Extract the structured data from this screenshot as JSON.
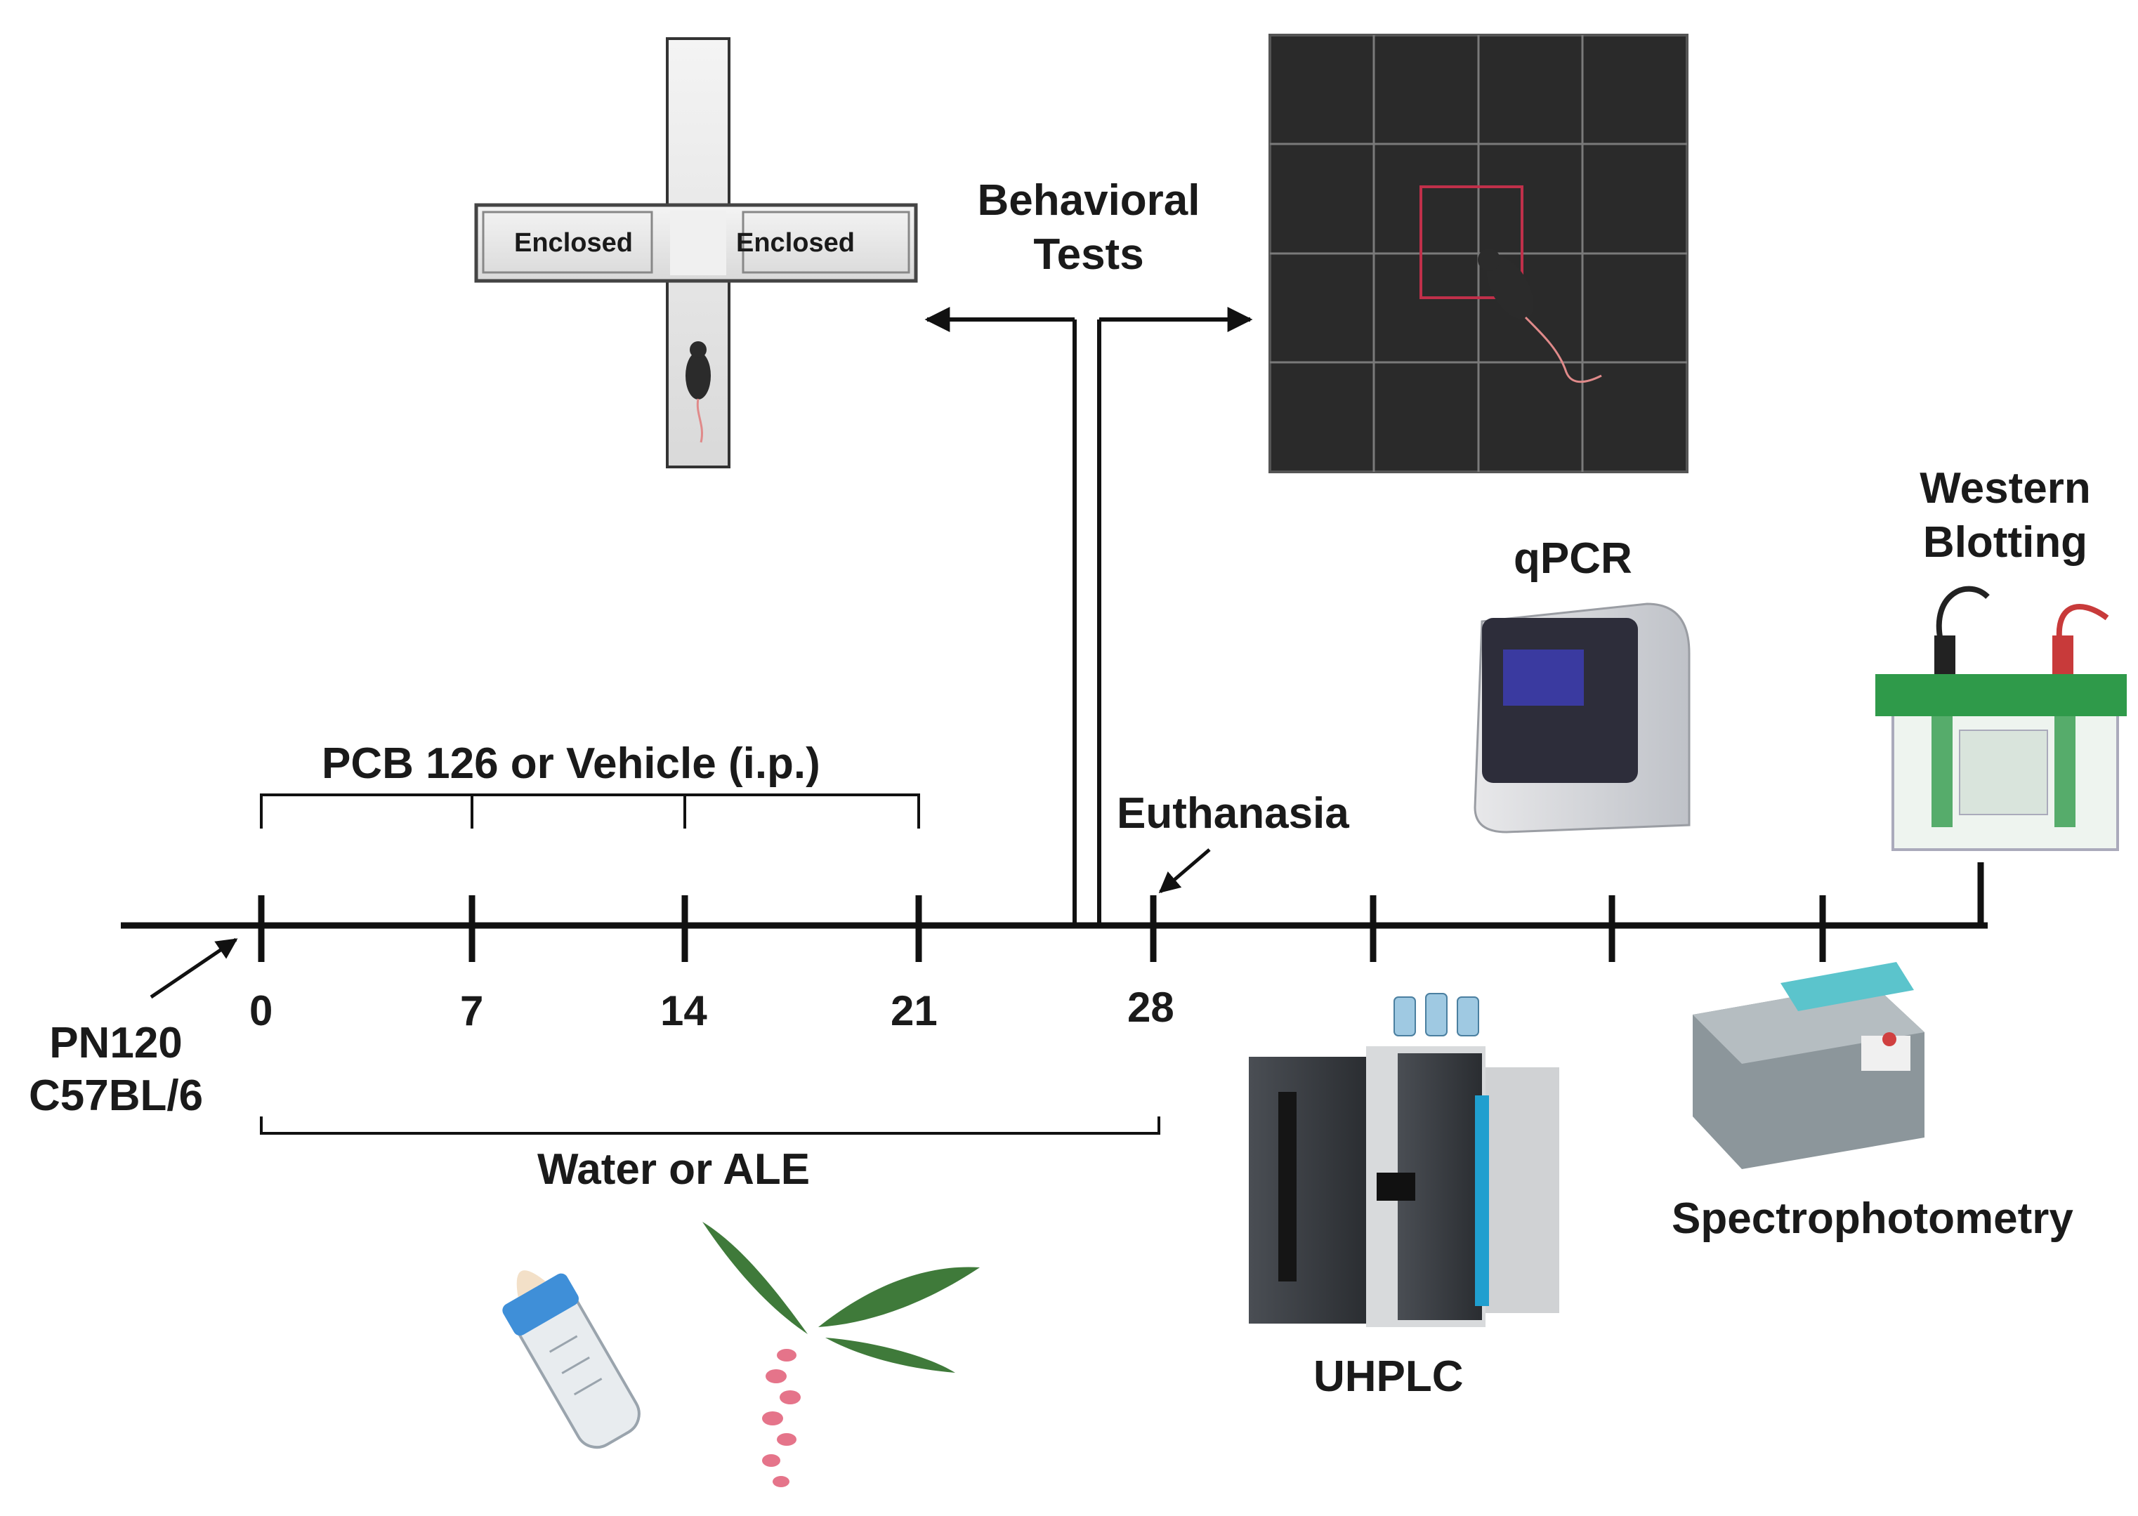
{
  "timeline": {
    "ticks": [
      "0",
      "7",
      "14",
      "21",
      "28"
    ],
    "start_label_line1": "PN120",
    "start_label_line2": "C57BL/6"
  },
  "treatments": {
    "pcb": "PCB 126 or Vehicle (i.p.)",
    "water": "Water or ALE",
    "euthanasia": "Euthanasia"
  },
  "behavior": {
    "title_line1": "Behavioral",
    "title_line2": "Tests",
    "maze_arm_left": "Enclosed",
    "maze_arm_right": "Enclosed"
  },
  "analyses": {
    "qpcr": "qPCR",
    "western_line1": "Western",
    "western_line2": "Blotting",
    "uhplc": "UHPLC",
    "spectro": "Spectrophotometry"
  },
  "colors": {
    "line": "#111111",
    "open_field_bg": "#2a2a2a",
    "open_field_zone": "#c0304a",
    "mouse": "#2b2b2b",
    "mouse_tail": "#e08a8a",
    "gel_box": "#2f9a4a",
    "spectro_body": "#8c969b",
    "spectro_accent": "#5bc4cc",
    "qpcr_screen": "#3a3aa0",
    "bottle_blue": "#3f8fd8",
    "flower_pink": "#e5748a",
    "leaf_green": "#3f7a3a"
  }
}
